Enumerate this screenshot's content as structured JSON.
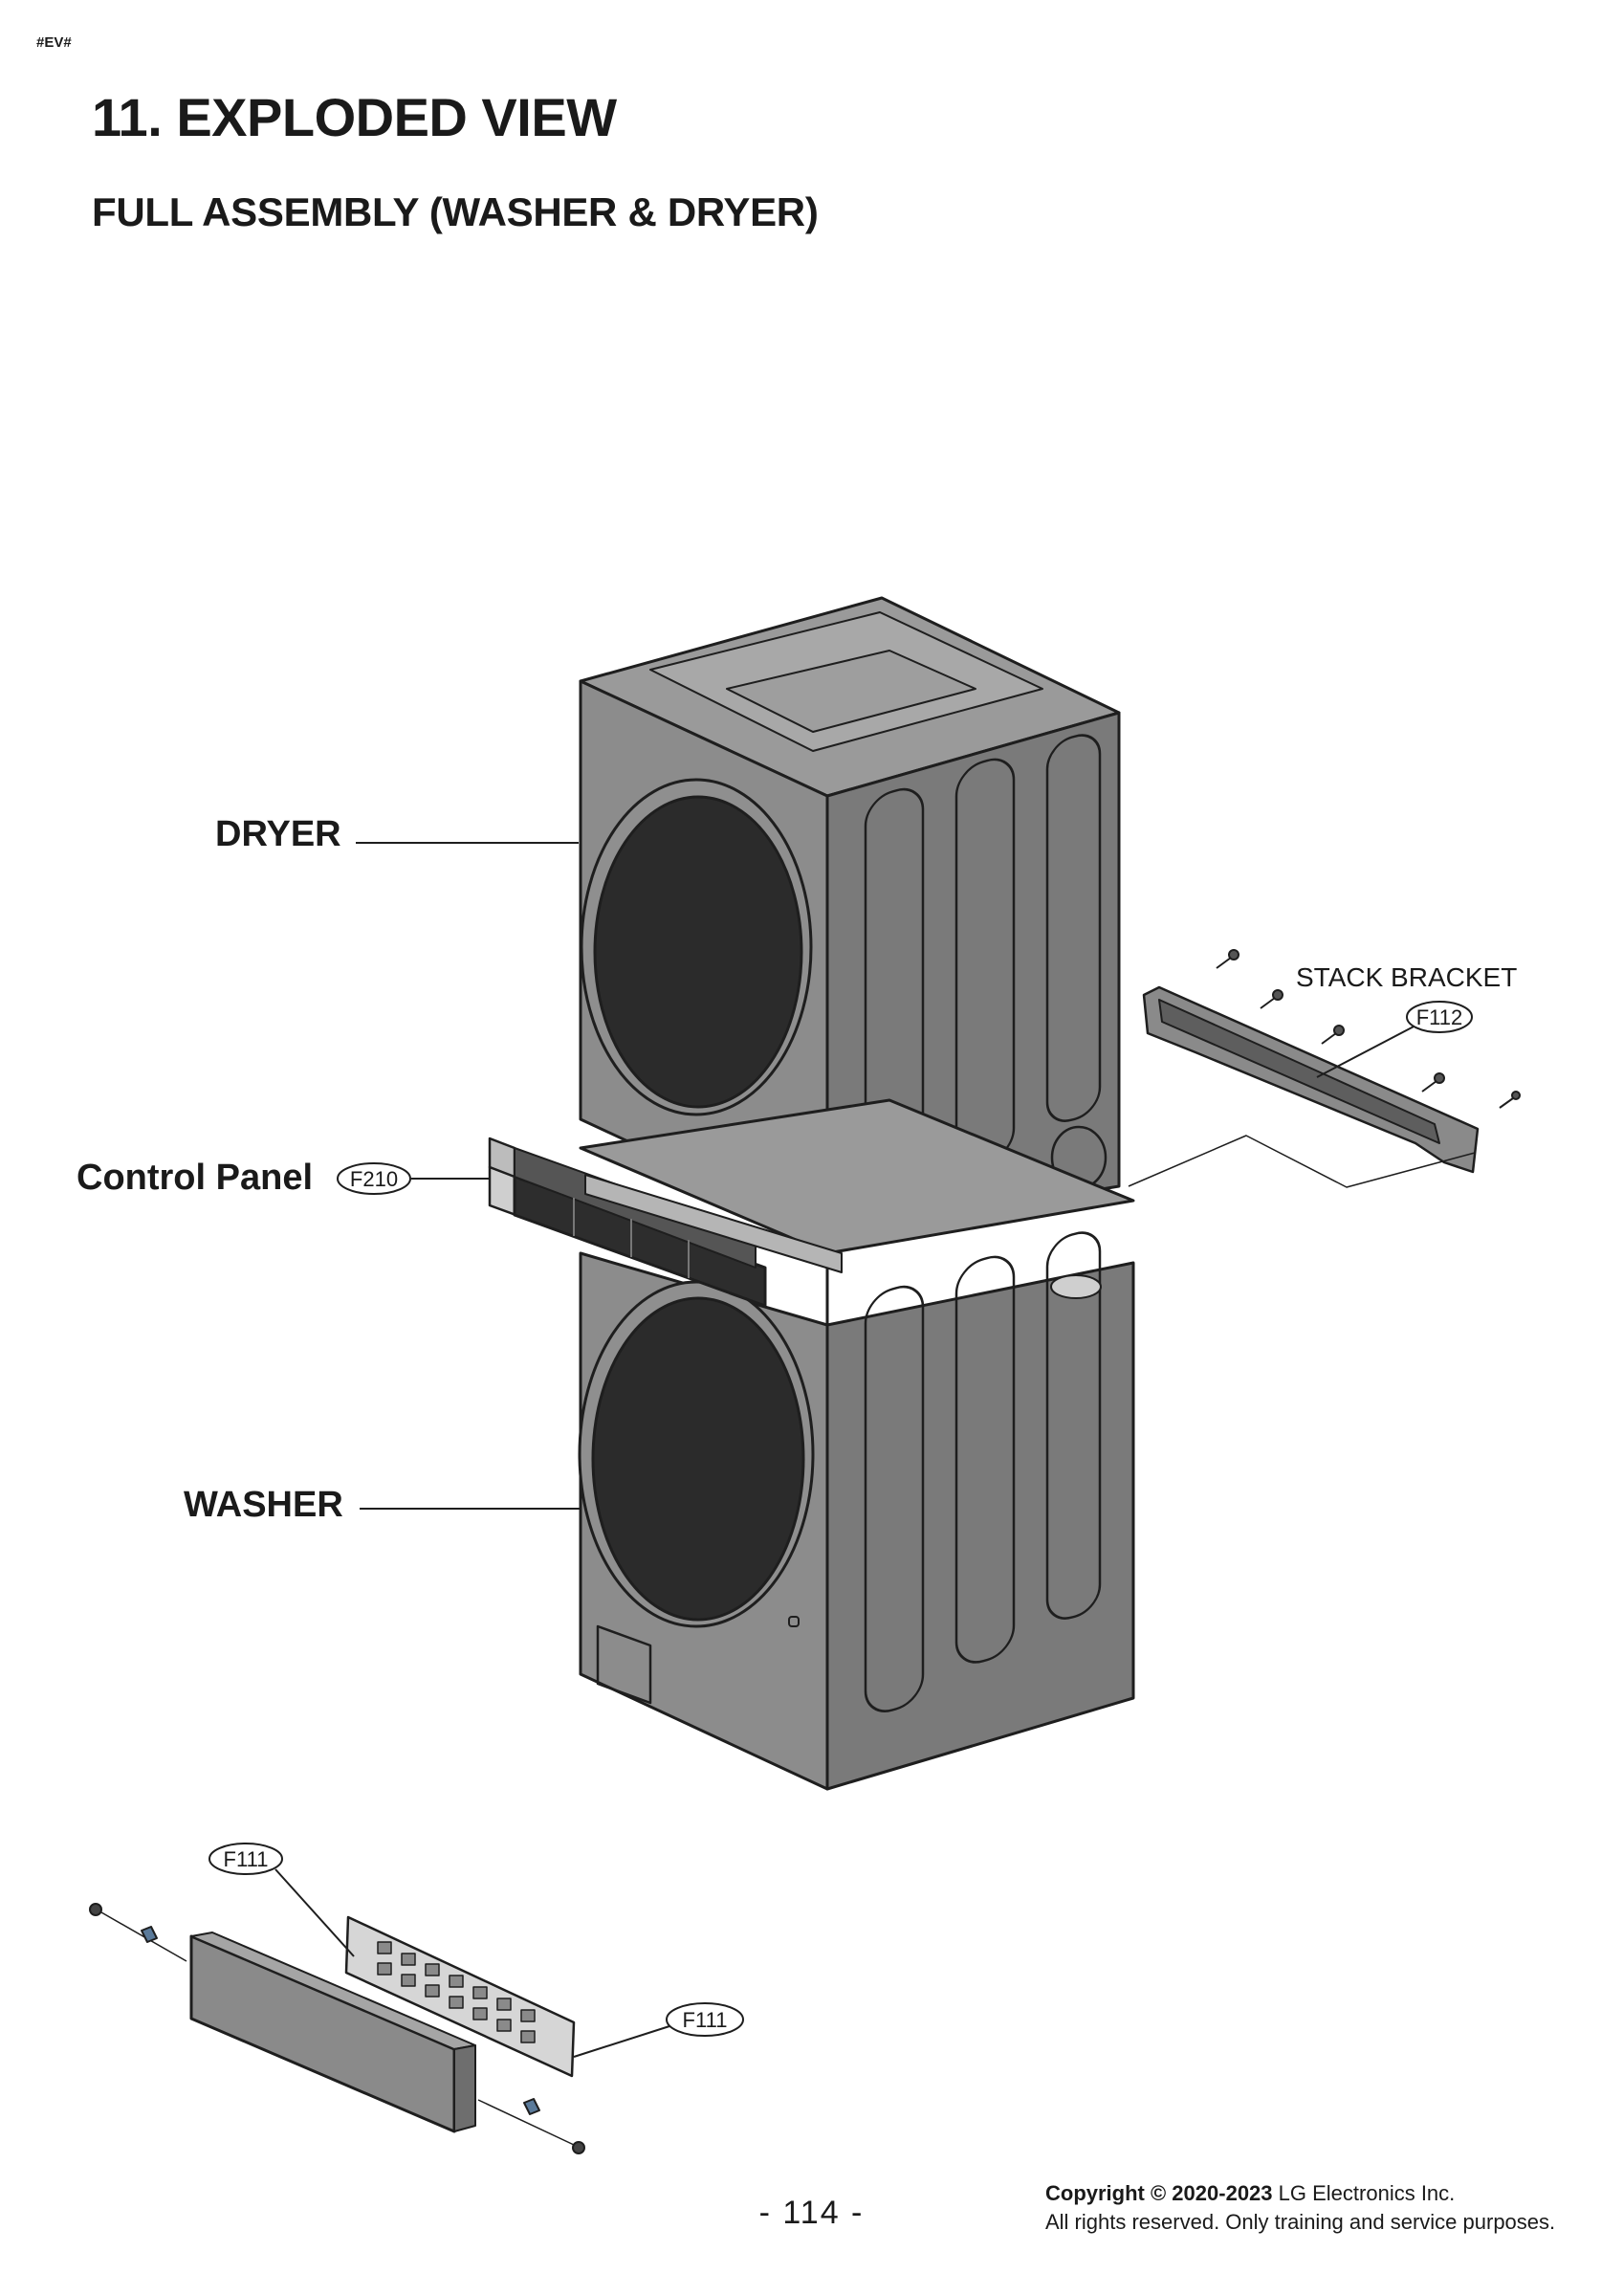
{
  "header": {
    "tag": "#EV#",
    "title": "11. EXPLODED VIEW",
    "subtitle": "FULL ASSEMBLY (WASHER & DRYER)"
  },
  "diagram": {
    "labels": {
      "dryer": "DRYER",
      "washer": "WASHER",
      "control_panel": "Control Panel",
      "stack_bracket": "STACK BRACKET"
    },
    "callouts": {
      "control_panel_code": "F210",
      "stack_bracket_code": "F112",
      "kick_plate_code_1": "F111",
      "kick_plate_code_2": "F111"
    },
    "colors": {
      "body": "#8c8c8c",
      "side": "#7a7a7a",
      "door": "#2b2b2b",
      "outline": "#1e1e1e"
    }
  },
  "footer": {
    "page_number": "- 114 -",
    "copyright_line1_bold": "Copyright © 2020-2023",
    "copyright_line1_rest": "LG Electronics Inc.",
    "copyright_line2": "All rights reserved. Only training and service purposes."
  }
}
